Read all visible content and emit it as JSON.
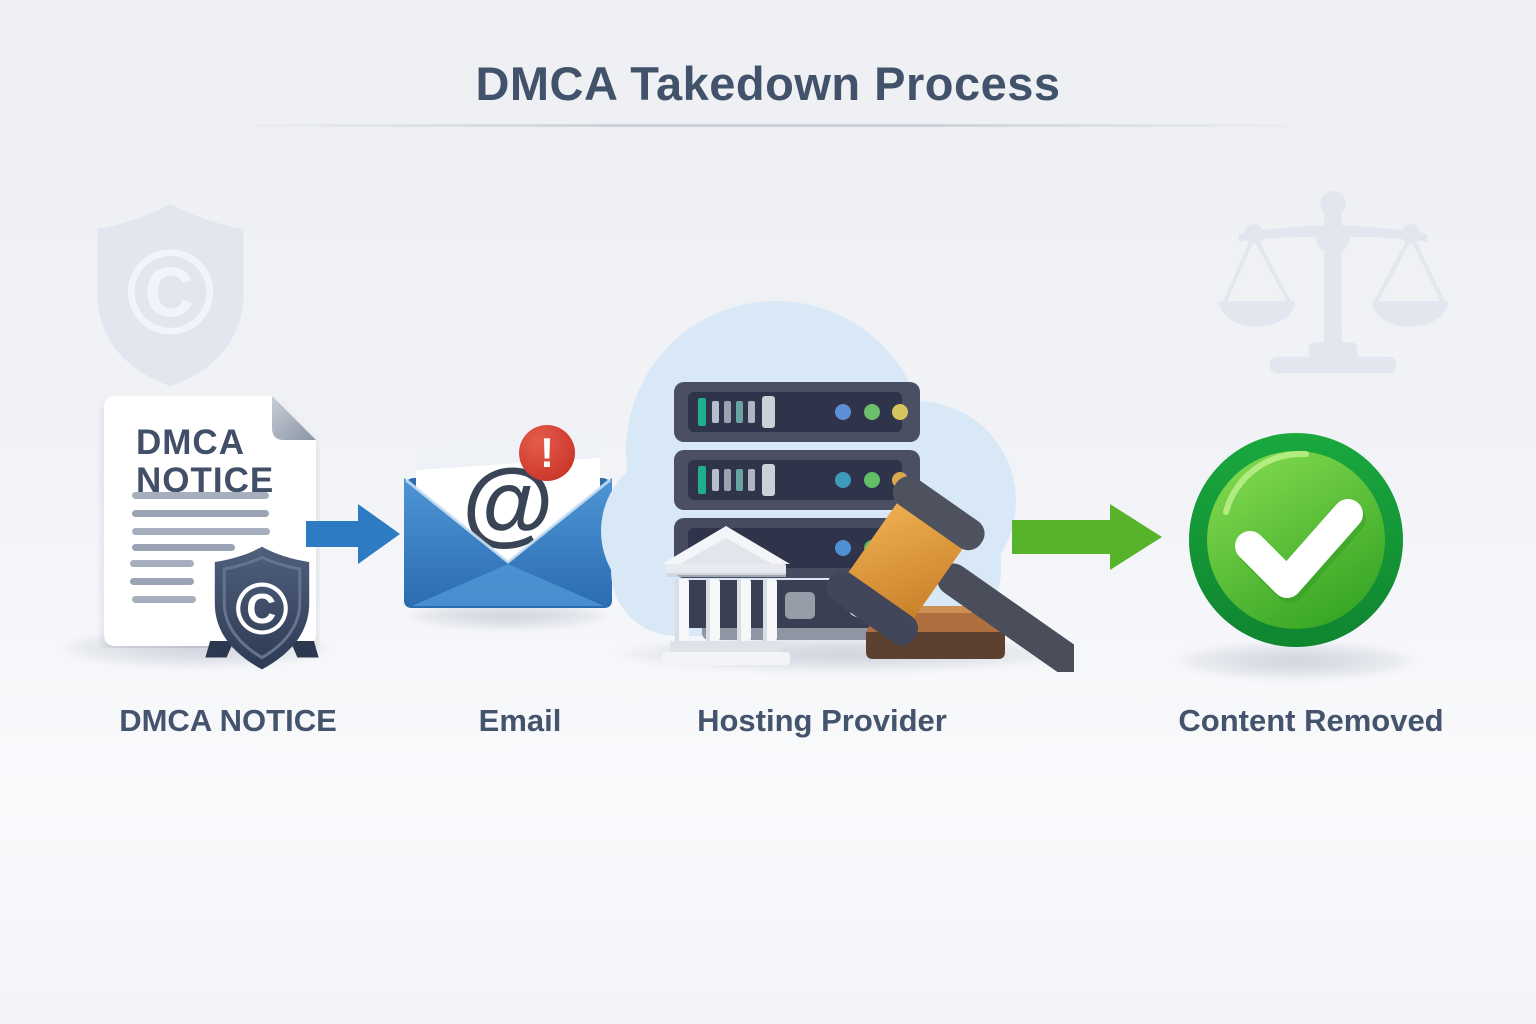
{
  "title": "DMCA Takedown Process",
  "steps": [
    {
      "id": "dmca-notice",
      "label": "DMCA NOTICE",
      "icon": "document-with-copyright-shield"
    },
    {
      "id": "email",
      "label": "Email",
      "icon": "envelope-with-alert-badge"
    },
    {
      "id": "hosting-provider",
      "label": "Hosting Provider",
      "icon": "server-rack-cloud-bank-gavel"
    },
    {
      "id": "content-removed",
      "label": "Content Removed",
      "icon": "green-check-circle"
    }
  ],
  "document": {
    "title_line1": "DMCA",
    "title_line2": "NOTICE"
  },
  "glyphs": {
    "copyright": "©",
    "at": "@",
    "alert": "!"
  },
  "watermarks": [
    {
      "id": "copyright-shield",
      "position": "top-left"
    },
    {
      "id": "scales-of-justice",
      "position": "top-right"
    }
  ],
  "arrows": [
    {
      "from": "dmca-notice",
      "to": "email",
      "color": "#2d7cc3"
    },
    {
      "from": "email",
      "to": "hosting-provider",
      "color": "#2d7cc3"
    },
    {
      "from": "hosting-provider",
      "to": "content-removed",
      "color": "#57b32a"
    }
  ],
  "colors": {
    "title_text": "#42526b",
    "label_text": "#44546d",
    "arrow_blue": "#2d7cc3",
    "arrow_green": "#57b32a",
    "alert_red": "#d63a2e",
    "envelope_blue": "#3a86c9",
    "shield_navy": "#3d4962",
    "check_green": "#2fa430",
    "cloud_blue": "#d9e8f7",
    "watermark_gray": "#e3e6ef",
    "background": "#f1f2f6"
  }
}
